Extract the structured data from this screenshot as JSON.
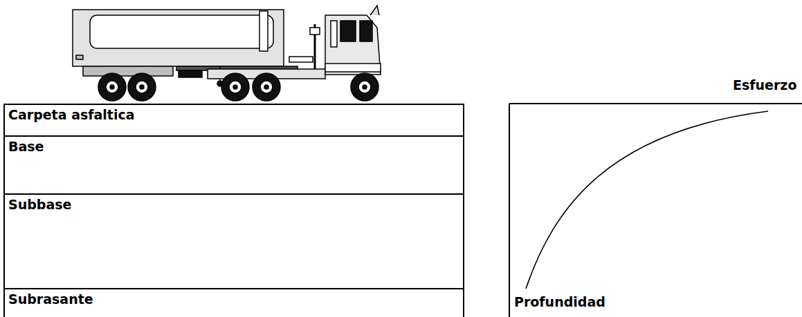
{
  "diagram": {
    "nodes": [
      {
        "text": [
          "Carpeta asfaltica"
        ]
      },
      {
        "text": [
          "Base"
        ]
      },
      {
        "text": [
          "Subbase"
        ]
      },
      {
        "text": [
          "Subrasante"
        ]
      }
    ],
    "labels": [
      "Esfuerzo",
      "Profundidad"
    ]
  }
}
